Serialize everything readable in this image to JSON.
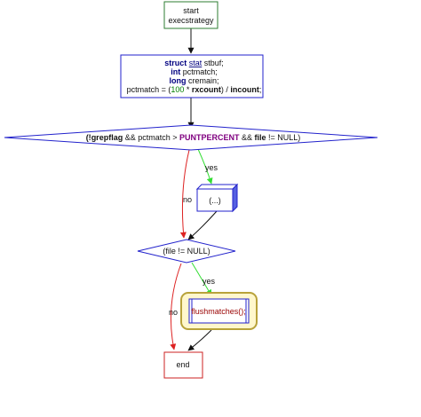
{
  "colors": {
    "start_border": "#2e7d32",
    "block_border": "#2222cc",
    "end_border": "#cc2222",
    "highlight_border": "#b8a23a",
    "highlight_fill": "#fff7cc",
    "arrow_default": "#111111",
    "arrow_yes": "#33dd33",
    "arrow_no": "#dd2222",
    "keyword": "#000080",
    "macro": "#800080",
    "number": "#008000",
    "func": "#990000"
  },
  "nodes": {
    "start": {
      "line1": "start",
      "line2": "execstrategy"
    },
    "decl": {
      "kw_struct": "struct",
      "kw_stat": "stat",
      "stbuf": " stbuf;",
      "kw_int": "int",
      "pctmatch": " pctmatch;",
      "kw_long": "long",
      "cremain": " cremain;",
      "assign_a": "pctmatch = (",
      "num_100": "100",
      "assign_b": " * ",
      "rxcount": "rxcount",
      "assign_c": ") / ",
      "incount": "incount",
      "assign_d": ";"
    },
    "cond1": {
      "p1": "(!",
      "grepflag": "grepflag",
      "p2": " && pctmatch > ",
      "macro": "PUNTPERCENT",
      "p3": " && ",
      "file": "file",
      "p4": " != NULL)"
    },
    "ellipsis": {
      "label": "(...)"
    },
    "cond2": {
      "label": "(file != NULL)"
    },
    "flush": {
      "label": "flushmatches();"
    },
    "end": {
      "label": "end"
    }
  },
  "edges": {
    "yes1": "yes",
    "no1": "no",
    "yes2": "yes",
    "no2": "no"
  }
}
